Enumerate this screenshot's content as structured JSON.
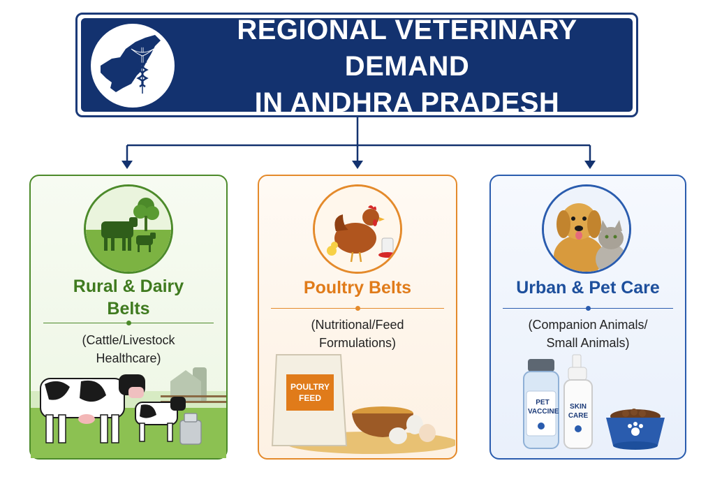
{
  "header": {
    "title_line1": "REGIONAL VETERINARY DEMAND",
    "title_line2": "IN ANDHRA PRADESH",
    "emblem_icon": "andhra-map-caduceus-icon"
  },
  "colors": {
    "navy": "#13326f",
    "green": "#4c8a2a",
    "orange": "#e48a2b",
    "blue": "#2a5cae"
  },
  "cards": [
    {
      "title_line1": "Rural & Dairy",
      "title_line2": "Belts",
      "subtitle_line1": "(Cattle/Livestock",
      "subtitle_line2": "Healthcare)",
      "medallion_icon": "cattle-pasture-icon",
      "illustration_icon": "dairy-cows-milk-can-icon"
    },
    {
      "title_line1": "Poultry Belts",
      "subtitle_line1": "(Nutritional/Feed",
      "subtitle_line2": "Formulations)",
      "medallion_icon": "hen-chick-feeder-icon",
      "pack_label_line1": "POULTRY",
      "pack_label_line2": "FEED"
    },
    {
      "title_line1": "Urban & Pet Care",
      "subtitle_line1": "(Companion Animals/",
      "subtitle_line2": "Small Animals)",
      "medallion_icon": "dog-cat-icon",
      "vial_label_line1": "PET",
      "vial_label_line2": "VACCINE",
      "spray_label_line1": "SKIN",
      "spray_label_line2": "CARE"
    }
  ]
}
